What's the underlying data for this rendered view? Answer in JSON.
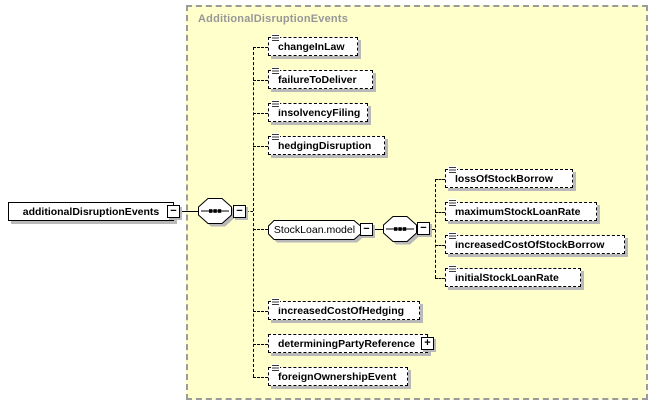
{
  "diagram": {
    "container_label": "AdditionalDisruptionEvents",
    "compositor": "sequence",
    "glyphs": {
      "minus": "−",
      "plus": "+"
    },
    "colors": {
      "container_fill": "#ffffcc",
      "container_border": "#9b9b9b",
      "container_label": "#979797",
      "node_fill": "#ffffff",
      "node_border": "#000000",
      "node_shadow": "#b9b9b9"
    },
    "root": {
      "label": "additionalDisruptionEvents",
      "collapsed": false
    },
    "children": [
      {
        "label": "changeInLaw",
        "optional": true,
        "content": "text"
      },
      {
        "label": "failureToDeliver",
        "optional": true,
        "content": "text"
      },
      {
        "label": "insolvencyFiling",
        "optional": true,
        "content": "text"
      },
      {
        "label": "hedgingDisruption",
        "optional": true,
        "content": "text"
      },
      {
        "label": "StockLoan.model",
        "kind": "model-group",
        "compositor": "sequence",
        "children": [
          {
            "label": "lossOfStockBorrow",
            "optional": true,
            "content": "text"
          },
          {
            "label": "maximumStockLoanRate",
            "optional": true,
            "content": "text"
          },
          {
            "label": "increasedCostOfStockBorrow",
            "optional": true,
            "content": "text"
          },
          {
            "label": "initialStockLoanRate",
            "optional": true,
            "content": "text"
          }
        ]
      },
      {
        "label": "increasedCostOfHedging",
        "optional": true,
        "content": "text"
      },
      {
        "label": "determiningPartyReference",
        "optional": true,
        "content": "complex",
        "expandable": true
      },
      {
        "label": "foreignOwnershipEvent",
        "optional": true,
        "content": "text"
      }
    ]
  }
}
